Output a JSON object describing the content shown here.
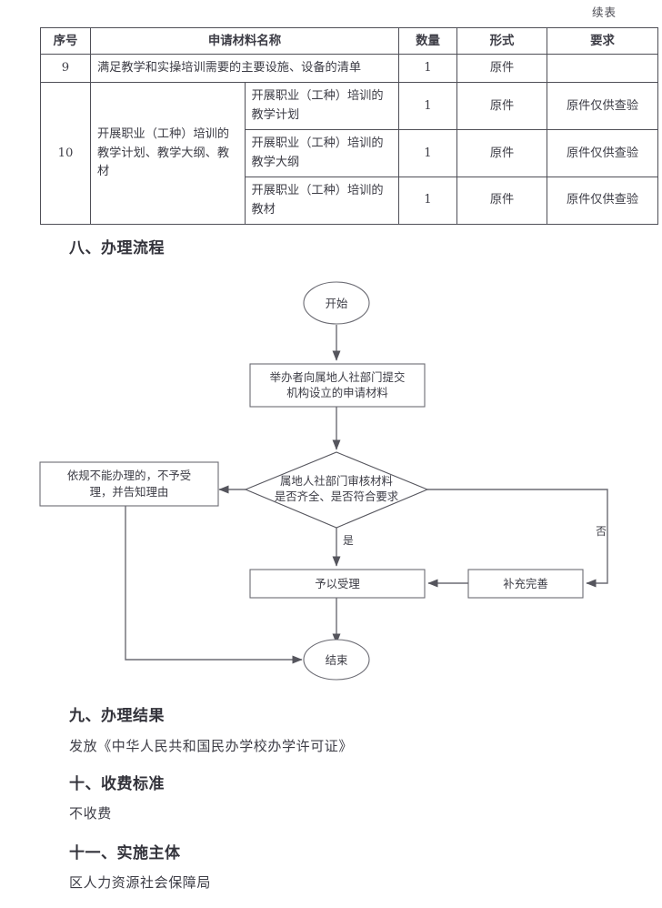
{
  "continued_label": "续表",
  "table": {
    "headers": [
      "序号",
      "申请材料名称",
      "数量",
      "形式",
      "要求"
    ],
    "rows": [
      {
        "index": "9",
        "name": "满足教学和实操培训需要的主要设施、设备的清单",
        "qty": "1",
        "form": "原件",
        "req": ""
      },
      {
        "index": "10",
        "group_name": "开展职业（工种）培训的教学计划、教学大纲、教材",
        "sub_rows": [
          {
            "name": "开展职业（工种）培训的教学计划",
            "qty": "1",
            "form": "原件",
            "req": "原件仅供查验"
          },
          {
            "name": "开展职业（工种）培训的教学大纲",
            "qty": "1",
            "form": "原件",
            "req": "原件仅供查验"
          },
          {
            "name": "开展职业（工种）培训的教材",
            "qty": "1",
            "form": "原件",
            "req": "原件仅供查验"
          }
        ]
      }
    ]
  },
  "sections": [
    {
      "heading": "八、办理流程"
    },
    {
      "heading": "九、办理结果",
      "body": "发放《中华人民共和国民办学校办学许可证》"
    },
    {
      "heading": "十、收费标准",
      "body": "不收费"
    },
    {
      "heading": "十一、实施主体",
      "body": "区人力资源社会保障局"
    }
  ],
  "flowchart": {
    "nodes": {
      "start": "开始",
      "submit_line1": "举办者向属地人社部门提交",
      "submit_line2": "机构设立的申请材料",
      "decision_line1": "属地人社部门审核材料",
      "decision_line2": "是否齐全、是否符合要求",
      "reject_line1": "依规不能办理的，不予受",
      "reject_line2": "理，并告知理由",
      "accept": "予以受理",
      "supplement": "补充完善",
      "end": "结束"
    },
    "edge_labels": {
      "yes": "是",
      "no": "否"
    }
  }
}
